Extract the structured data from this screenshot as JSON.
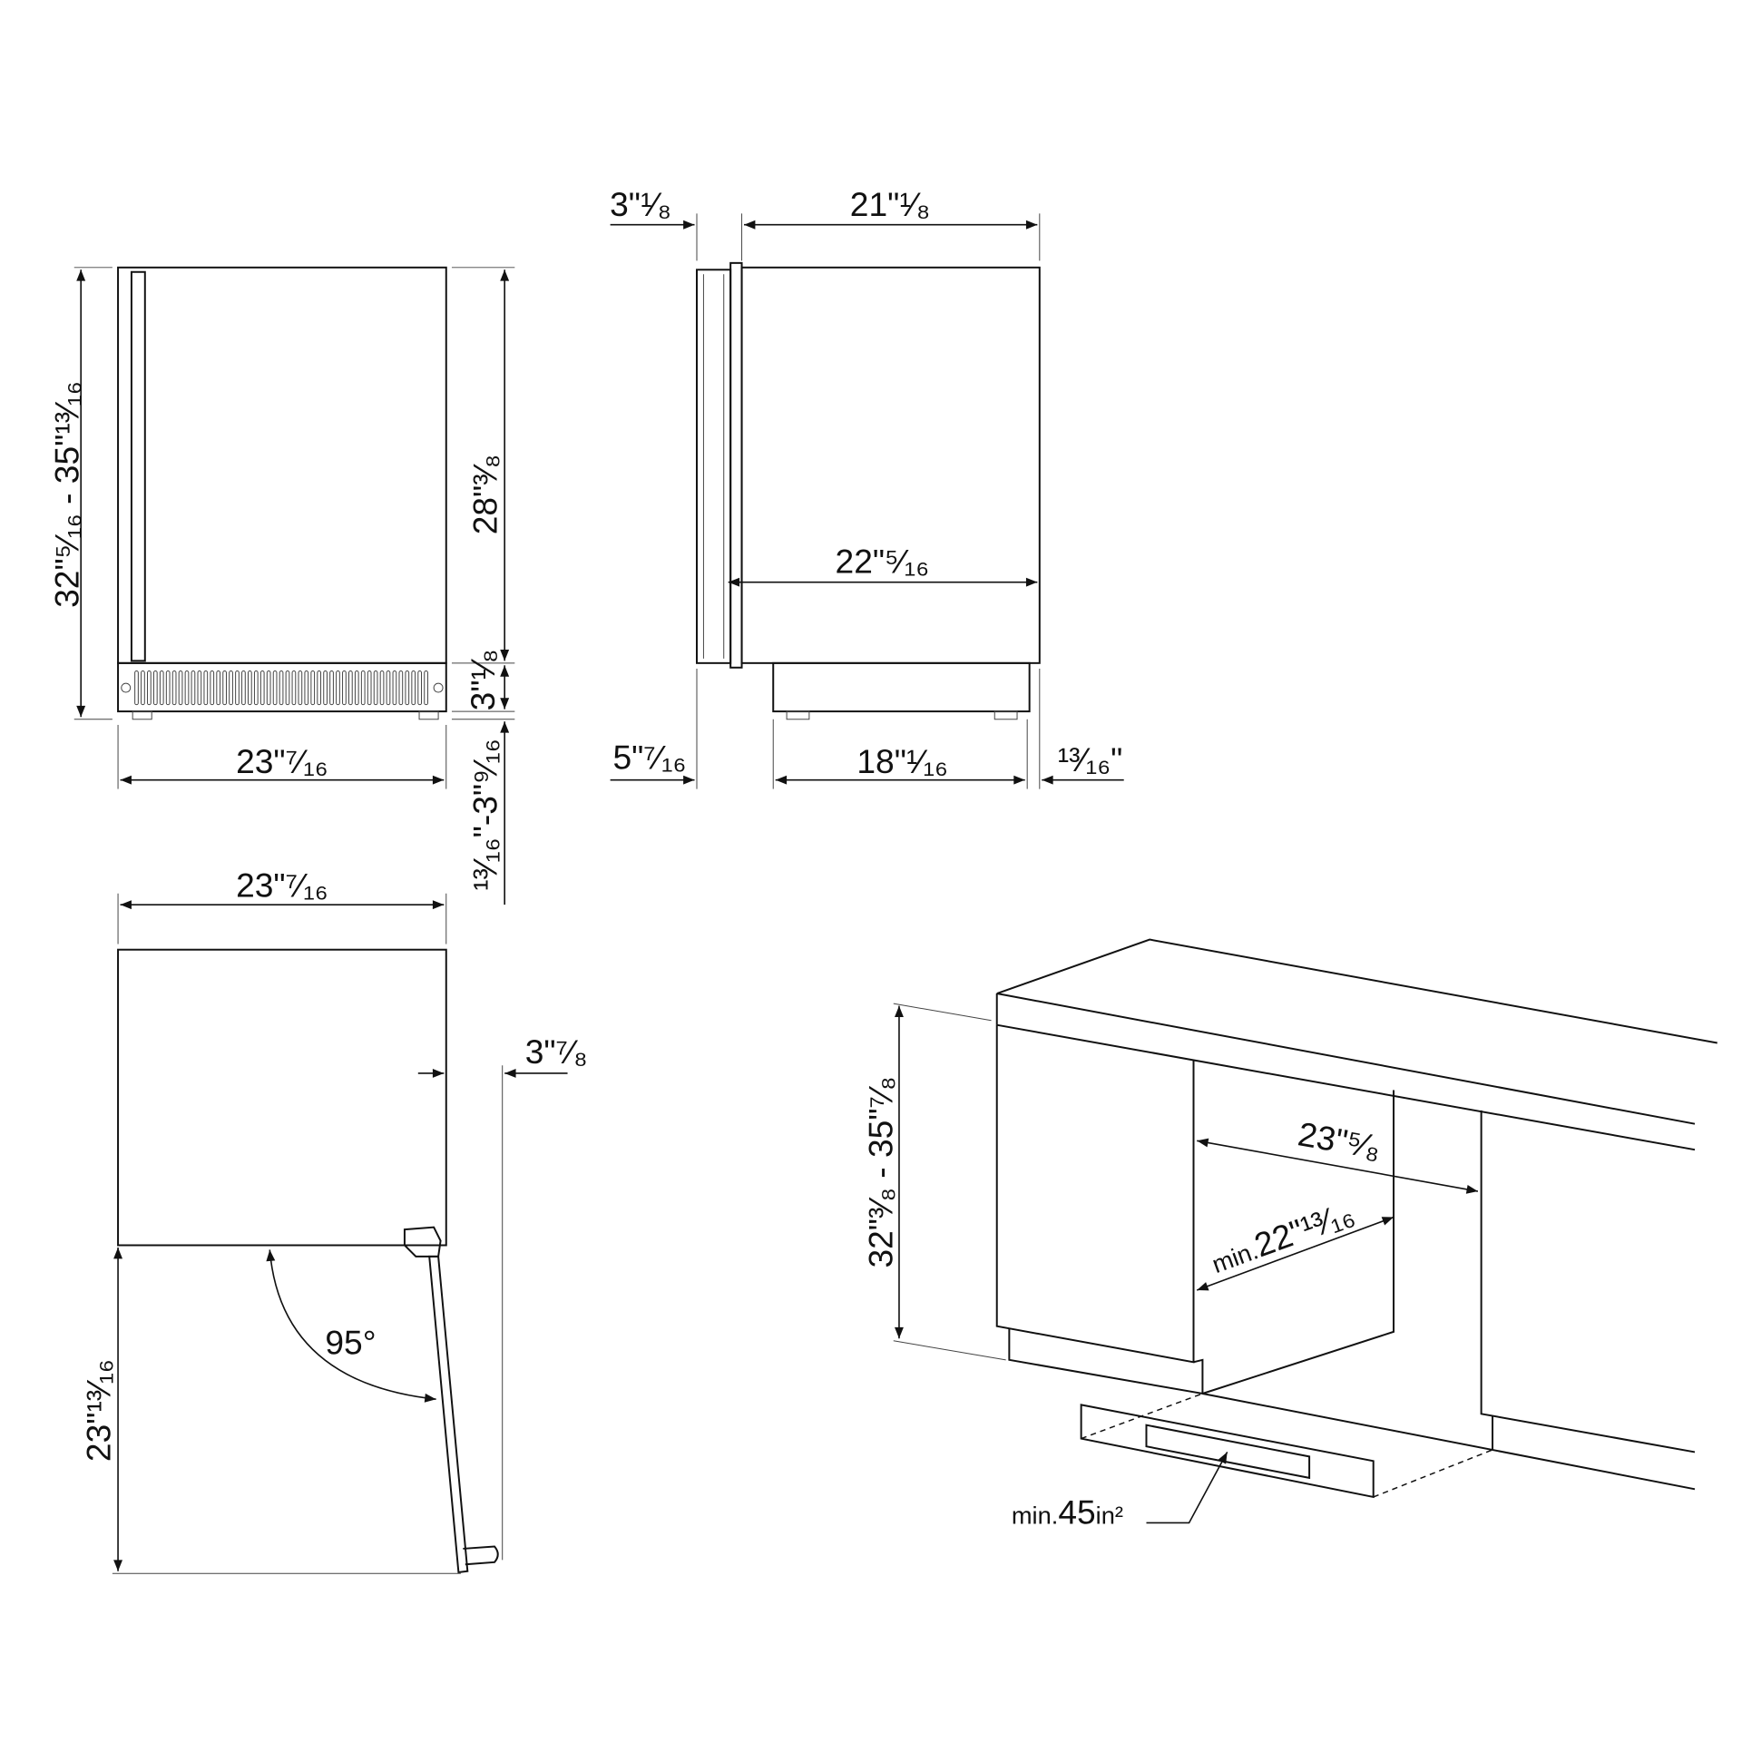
{
  "front_view": {
    "total_height": "32\"⁵⁄₁₆ - 35\"¹³⁄₁₆",
    "cabinet_height": "28\"³⁄₈",
    "plinth_height": "3\"¹⁄₈",
    "foot_adjust": "¹³⁄₁₆\"-3\"⁹⁄₁₆",
    "width": "23\"⁷⁄₁₆"
  },
  "side_view": {
    "door_depth": "3\"¹⁄₈",
    "body_depth": "21\"¹⁄₈",
    "inner_depth": "22\"⁵⁄₁₆",
    "front_offset": "5\"⁷⁄₁₆",
    "base_depth": "18\"¹⁄₁₆",
    "rear_offset": "¹³⁄₁₆\""
  },
  "top_view": {
    "width": "23\"⁷⁄₁₆",
    "side_clearance": "3\"⁷⁄₈",
    "door_swing_depth": "23\"¹³⁄₁₆",
    "door_angle": "95°"
  },
  "installation_view": {
    "niche_height": "32\"³⁄₈ - 35\"⁷⁄₈",
    "niche_width": "23\"⁵⁄₈",
    "niche_depth_prefix": "min.",
    "niche_depth": "22\"¹³⁄₁₆",
    "vent_prefix": "min.",
    "vent_area": "45",
    "vent_unit": "in²"
  }
}
